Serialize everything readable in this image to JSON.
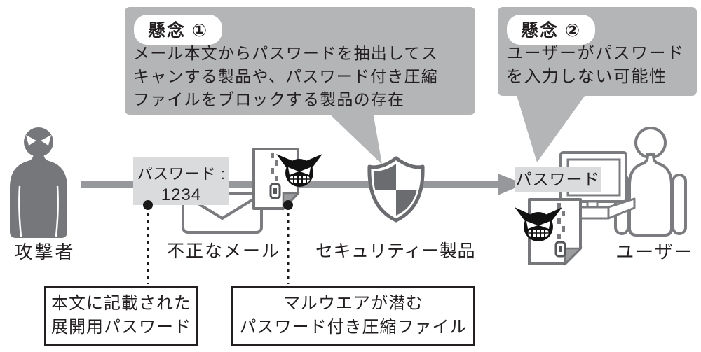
{
  "callouts": {
    "concern1": {
      "badge": "懸念 ①",
      "lines": [
        "メール本文からパスワードを抽出してス",
        "キャンする製品や、パスワード付き圧縮",
        "ファイルをブロックする製品の存在"
      ]
    },
    "concern2": {
      "badge": "懸念 ②",
      "lines": [
        "ユーザーがパスワード",
        "を入力しない可能性"
      ]
    }
  },
  "flow": {
    "attacker_label": "攻撃者",
    "email_label": "不正なメール",
    "security_label": "セキュリティー製品",
    "user_label": "ユーザー",
    "password_box": {
      "line1": "パスワード :",
      "line2": "1234"
    },
    "password_label": "パスワード"
  },
  "notes": {
    "note1": {
      "lines": [
        "本文に記載された",
        "展開用パスワード"
      ]
    },
    "note2": {
      "lines": [
        "マルウエアが潜む",
        "パスワード付き圧縮ファイル"
      ]
    }
  },
  "icons": {
    "attacker": "attacker-silhouette-icon",
    "email": "envelope-icon",
    "zip": "zip-file-icon",
    "malware": "devil-face-icon",
    "security": "shield-icon",
    "user": "user-at-computer-icon",
    "flow": "right-arrow-icon",
    "connector": "dot-dashed-connector"
  },
  "colors": {
    "callout_bg": "#b4b5b7",
    "password_bg": "#dadbdc",
    "arrow": "#97989b",
    "silhouette": "#76777a",
    "outline": "#7b7c7f",
    "shield": "#6b6c6f",
    "devil": "#111111",
    "text": "#231f20",
    "note_border": "#231f20"
  }
}
